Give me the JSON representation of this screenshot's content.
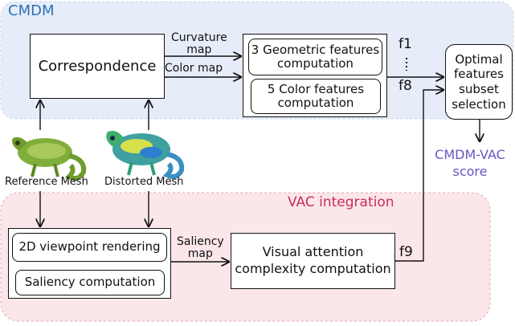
{
  "cmdm": {
    "label": "CMDM",
    "label_color": "#2f6fb5",
    "region_color": "#e6edf8"
  },
  "vac": {
    "label": "VAC integration",
    "label_color": "#c7305a",
    "region_color": "#fbe6ea"
  },
  "correspondence": "Correspondence",
  "curvature_map": "Curvature\nmap",
  "color_map": "Color map",
  "geometric_features": "3 Geometric features\ncomputation",
  "color_features": "5 Color features\ncomputation",
  "f1": "f1",
  "f8": "f8",
  "f9": "f9",
  "optimal_selection": "Optimal\nfeatures\nsubset\nselection",
  "result": {
    "label": "CMDM-VAC\nscore",
    "color": "#6a55c4"
  },
  "reference_mesh": "Reference Mesh",
  "distorted_mesh": "Distorted Mesh",
  "viewpoint_rendering": "2D viewpoint rendering",
  "saliency_computation": "Saliency computation",
  "saliency_map": "Saliency\nmap",
  "visual_attention": "Visual attention\ncomplexity computation"
}
